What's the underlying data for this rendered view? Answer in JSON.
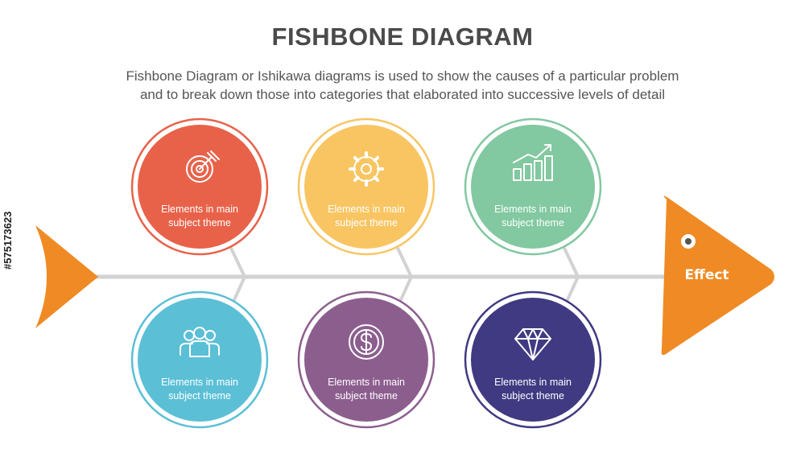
{
  "header": {
    "title": "FISHBONE DIAGRAM",
    "subtitle_line1": "Fishbone Diagram or Ishikawa diagrams is used to show the causes of a particular problem",
    "subtitle_line2": "and to break down those into categories that elaborated into successive levels of detail"
  },
  "effect": {
    "label": "Effect",
    "color": "#f08a24"
  },
  "tail": {
    "color": "#f08a24"
  },
  "causes": [
    {
      "icon": "target-icon",
      "color": "#e8624a",
      "line1": "Elements in main",
      "line2": "subject theme"
    },
    {
      "icon": "gear-icon",
      "color": "#f8c562",
      "line1": "Elements in main",
      "line2": "subject theme"
    },
    {
      "icon": "bar-chart-growth-icon",
      "color": "#82c8a0",
      "line1": "Elements in main",
      "line2": "subject theme"
    },
    {
      "icon": "team-icon",
      "color": "#5bbfd6",
      "line1": "Elements in main",
      "line2": "subject theme"
    },
    {
      "icon": "dollar-coin-icon",
      "color": "#8c5e8e",
      "line1": "Elements in main",
      "line2": "subject theme"
    },
    {
      "icon": "diamond-icon",
      "color": "#3f3a82",
      "line1": "Elements in main",
      "line2": "subject theme"
    }
  ],
  "watermark": "#575173623"
}
